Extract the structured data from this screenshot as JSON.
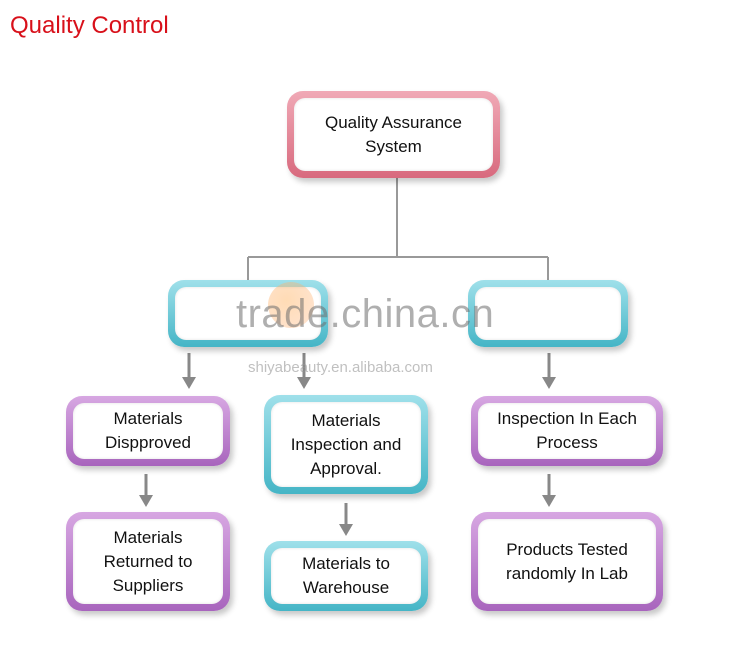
{
  "title": "Quality Control",
  "nodes": {
    "root": "Quality Assurance\nSystem",
    "left_group": "",
    "right_group": "",
    "materials_disapproved": "Materials\nDispproved",
    "materials_inspection": "Materials\nInspection and\nApproval.",
    "inspection_each_process": "Inspection In Each\nProcess",
    "materials_returned": "Materials\nReturned to\nSuppliers",
    "materials_warehouse": "Materials to\nWarehouse",
    "products_tested": "Products Tested\nrandomly In Lab"
  },
  "watermark": {
    "main": "trade.china.cn",
    "sub": "shiyabeauty.en.alibaba.com"
  },
  "colors": {
    "title": "#d8101a",
    "pink_border": "#e07c8e",
    "teal_border": "#5cc3d2",
    "purple_border": "#b87ccb",
    "connector": "#999999",
    "arrow": "#888888"
  }
}
